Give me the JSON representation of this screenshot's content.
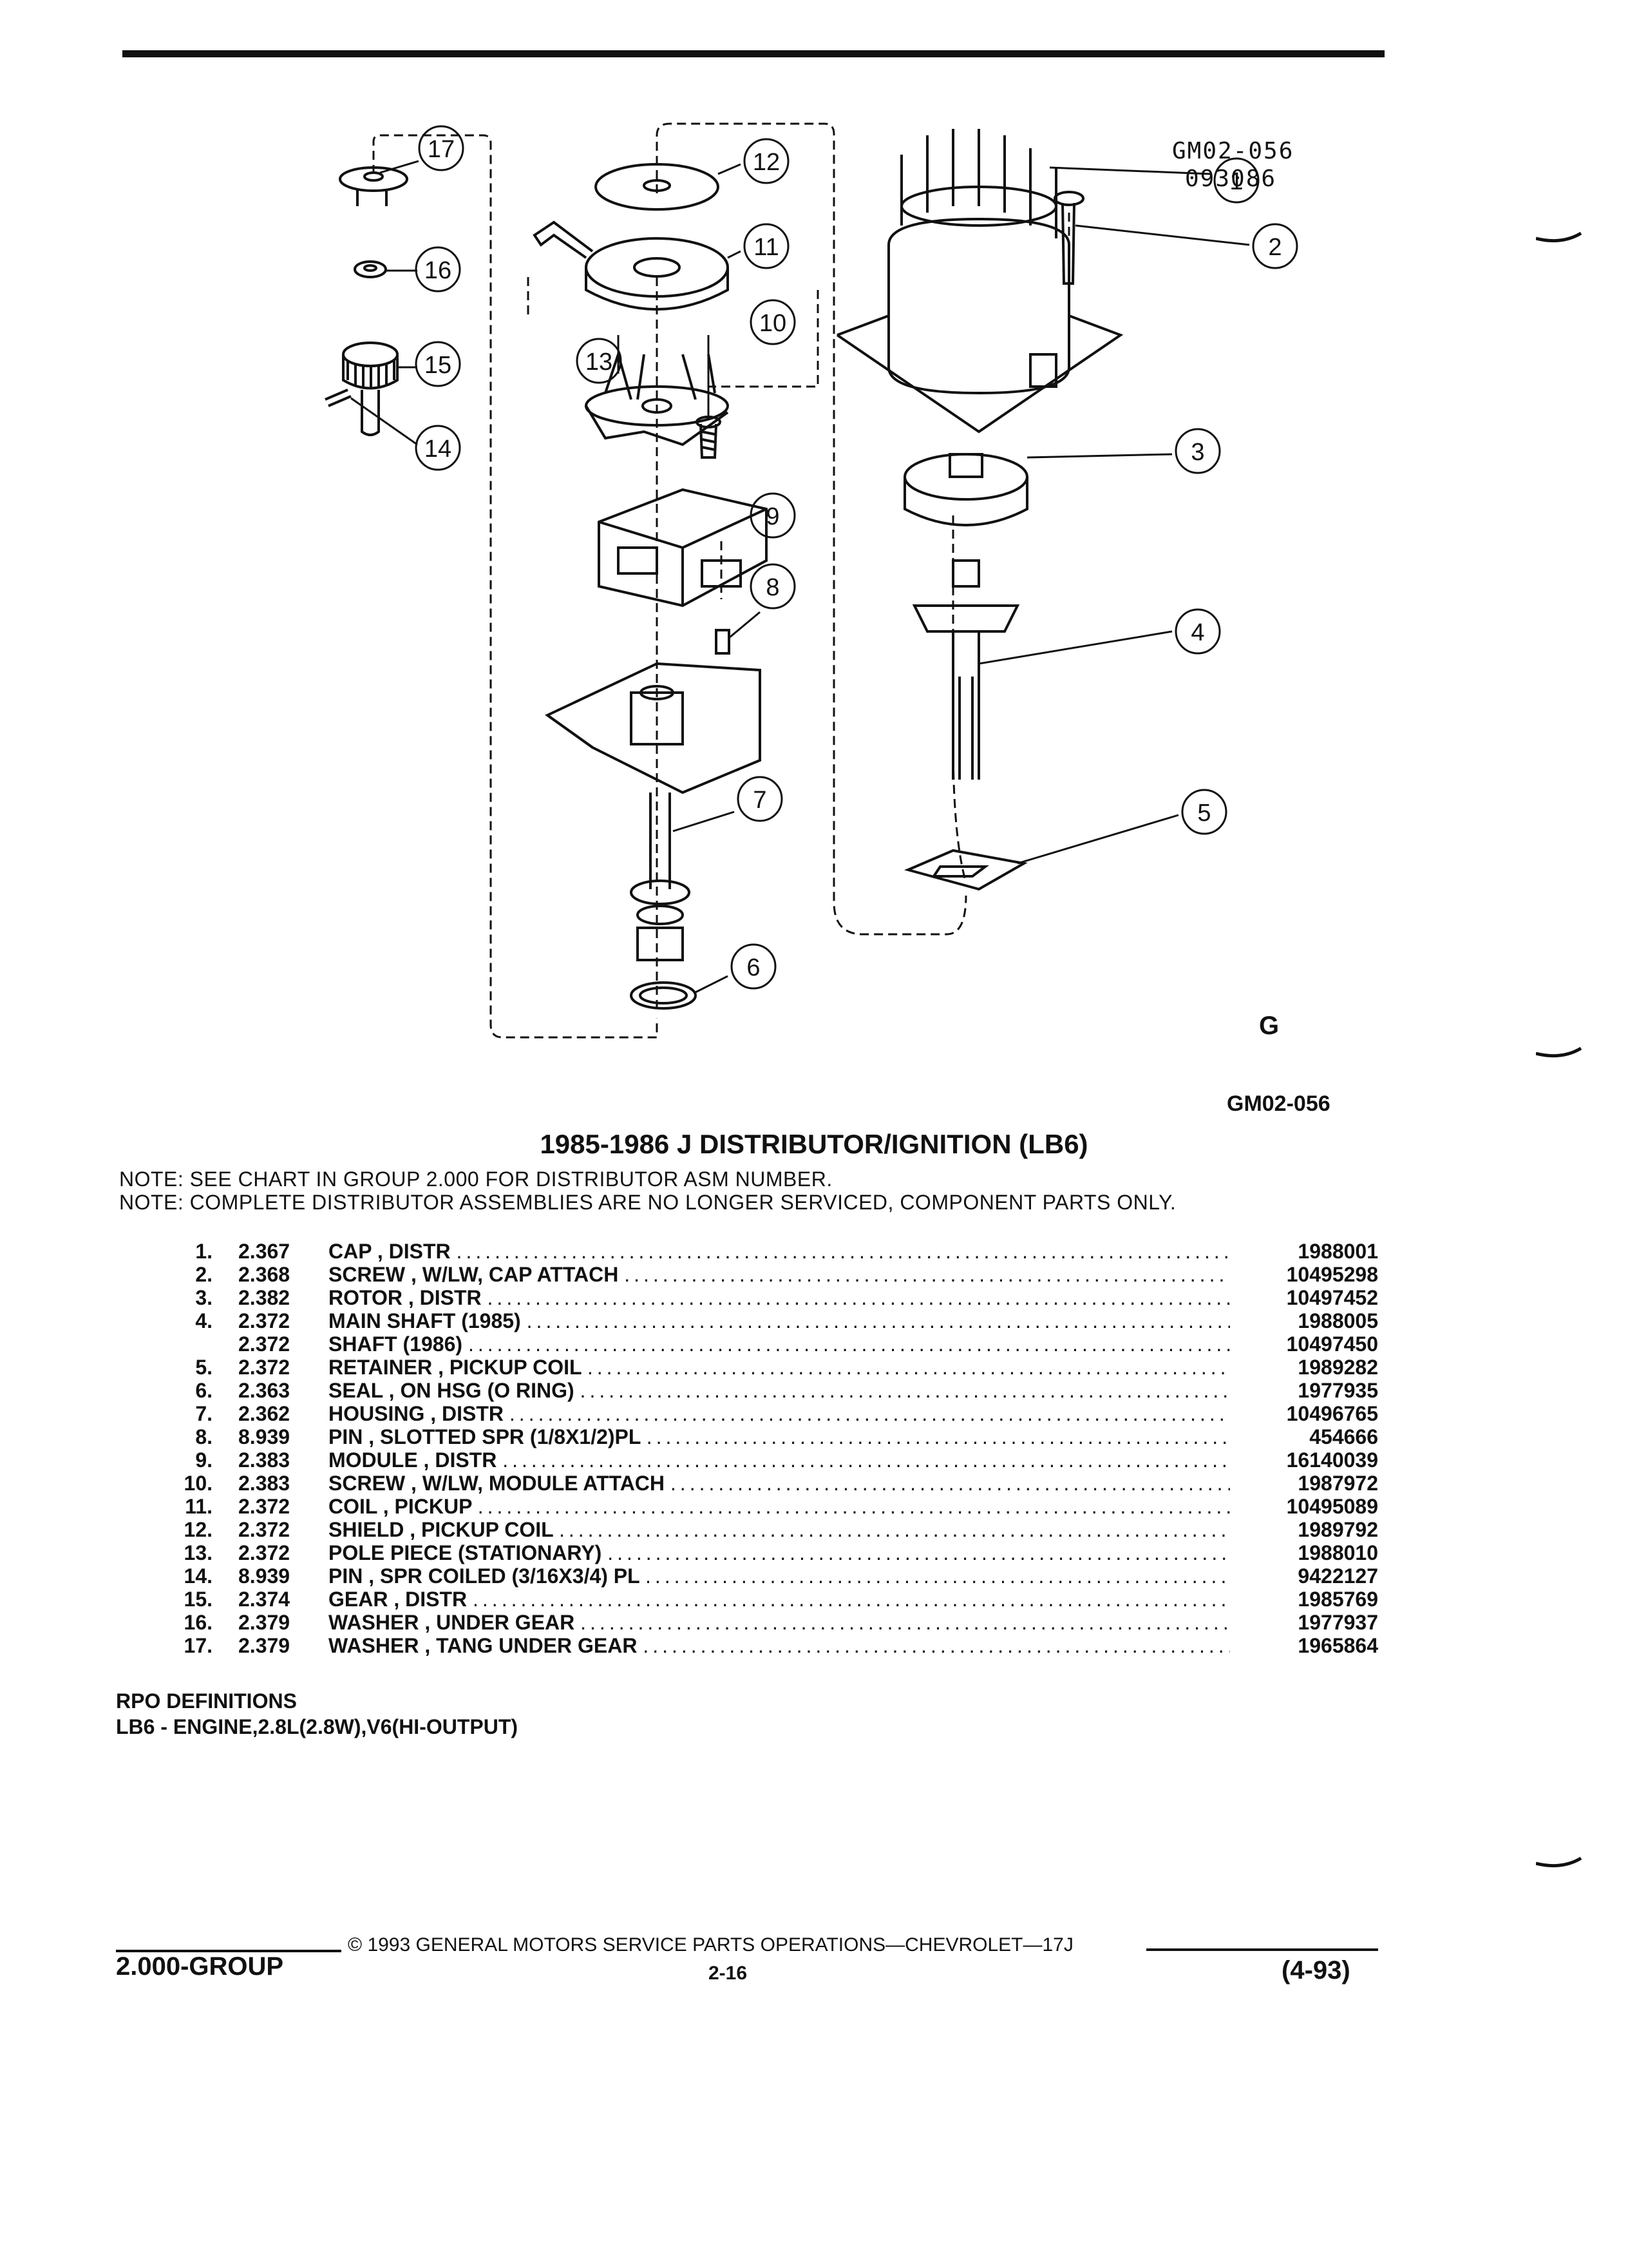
{
  "diagram": {
    "code_top": "GM02-056",
    "code_date": "093086",
    "code_bottom": "GM02-056",
    "g_logo": "G",
    "callouts": [
      "1",
      "2",
      "3",
      "4",
      "5",
      "6",
      "7",
      "8",
      "9",
      "10",
      "11",
      "12",
      "13",
      "14",
      "15",
      "16",
      "17"
    ]
  },
  "title": "1985-1986 J DISTRIBUTOR/IGNITION (LB6)",
  "notes": [
    "NOTE:  SEE CHART IN GROUP 2.000 FOR DISTRIBUTOR ASM NUMBER.",
    "NOTE:  COMPLETE DISTRIBUTOR ASSEMBLIES ARE NO LONGER SERVICED, COMPONENT PARTS ONLY."
  ],
  "parts": [
    {
      "num": "1.",
      "group": "2.367",
      "desc": "CAP , DISTR",
      "part": "1988001"
    },
    {
      "num": "2.",
      "group": "2.368",
      "desc": "SCREW , W/LW, CAP ATTACH",
      "part": "10495298"
    },
    {
      "num": "3.",
      "group": "2.382",
      "desc": "ROTOR , DISTR",
      "part": "10497452"
    },
    {
      "num": "4.",
      "group": "2.372",
      "desc": "MAIN SHAFT (1985)",
      "part": "1988005"
    },
    {
      "num": "",
      "group": "2.372",
      "desc": "SHAFT (1986)",
      "part": "10497450"
    },
    {
      "num": "5.",
      "group": "2.372",
      "desc": "RETAINER , PICKUP COIL",
      "part": "1989282"
    },
    {
      "num": "6.",
      "group": "2.363",
      "desc": "SEAL , ON HSG (O RING)",
      "part": "1977935"
    },
    {
      "num": "7.",
      "group": "2.362",
      "desc": "HOUSING , DISTR",
      "part": "10496765"
    },
    {
      "num": "8.",
      "group": "8.939",
      "desc": "PIN , SLOTTED SPR (1/8X1/2)PL",
      "part": "454666"
    },
    {
      "num": "9.",
      "group": "2.383",
      "desc": "MODULE , DISTR",
      "part": "16140039"
    },
    {
      "num": "10.",
      "group": "2.383",
      "desc": "SCREW , W/LW, MODULE ATTACH",
      "part": "1987972"
    },
    {
      "num": "11.",
      "group": "2.372",
      "desc": "COIL , PICKUP",
      "part": "10495089"
    },
    {
      "num": "12.",
      "group": "2.372",
      "desc": "SHIELD , PICKUP COIL",
      "part": "1989792"
    },
    {
      "num": "13.",
      "group": "2.372",
      "desc": "POLE PIECE (STATIONARY)",
      "part": "1988010"
    },
    {
      "num": "14.",
      "group": "8.939",
      "desc": "PIN , SPR COILED (3/16X3/4) PL",
      "part": "9422127"
    },
    {
      "num": "15.",
      "group": "2.374",
      "desc": "GEAR , DISTR",
      "part": "1985769"
    },
    {
      "num": "16.",
      "group": "2.379",
      "desc": "WASHER , UNDER GEAR",
      "part": "1977937"
    },
    {
      "num": "17.",
      "group": "2.379",
      "desc": "WASHER , TANG UNDER GEAR",
      "part": "1965864"
    }
  ],
  "rpo": {
    "heading": "RPO DEFINITIONS",
    "definition": "LB6 - ENGINE,2.8L(2.8W),V6(HI-OUTPUT)"
  },
  "footer": {
    "group": "2.000-GROUP",
    "copyright": "©  1993  GENERAL MOTORS SERVICE PARTS OPERATIONS—CHEVROLET—17J",
    "page": "2-16",
    "date": "(4-93)"
  }
}
